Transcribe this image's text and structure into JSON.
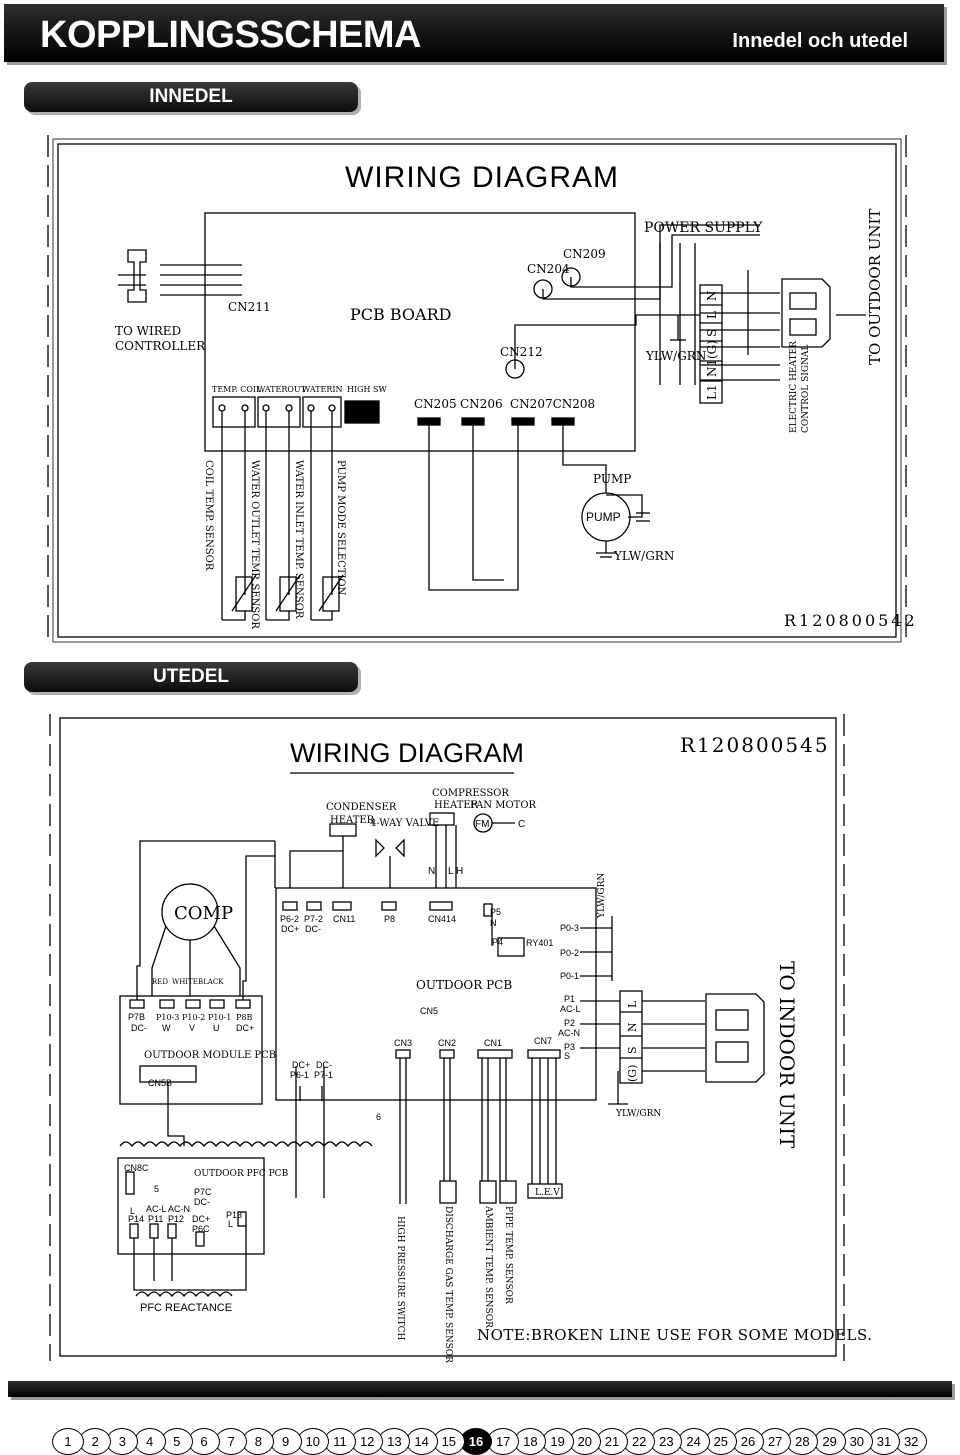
{
  "header": {
    "title": "KOPPLINGSSCHEMA",
    "subtitle": "Innedel och utedel"
  },
  "sections": {
    "indoor": "INNEDEL",
    "outdoor": "UTEDEL"
  },
  "indoor": {
    "title": "WIRING DIAGRAM",
    "code": "R120800542",
    "pcb": "PCB   BOARD",
    "to_wired": "TO WIRED",
    "controller": "CONTROLLER",
    "cn211": "CN211",
    "cn204": "CN204",
    "cn209": "CN209",
    "cn212": "CN212",
    "cn205": "CN205",
    "cn206": "CN206",
    "cn207208": "CN207CN208",
    "power_supply": "POWER SUPPLY",
    "to_outdoor": "TO OUTDOOR UNIT",
    "ylw_grn": "YLW/GRN",
    "ylw_grn2": "YLW/GRN",
    "pump_label": "PUMP",
    "pump_motor": "PUMP",
    "elec1": "ELECTRIC HEATER",
    "elec2": "CONTROL SIGNAL",
    "term1": "L1",
    "term2": "N1",
    "term3": "(G)",
    "term4": "S",
    "term5": "L",
    "term6": "N",
    "temp_coil": "TEMP. COIL",
    "waterout": "WATEROUT",
    "waterin": "WATERIN",
    "high_sw": "HIGH SW",
    "s1": "COIL TEMP. SENSOR",
    "s2": "WATER OUTLET TEMP. SENSOR",
    "s3": "WATER INLET TEMP. SENSOR",
    "s4": "PUMP MODE SELECTION"
  },
  "outdoor": {
    "title": "WIRING DIAGRAM",
    "code": "R120800545",
    "condenser": "CONDENSER",
    "heater": "HEATER",
    "valve": "4-WAY VALVE",
    "compressor": "COMPRESSOR",
    "comp_heater": "HEATER",
    "fan_motor": "FAN MOTOR",
    "fm": "FM",
    "c": "C",
    "nlh_n": "N",
    "nlh_l": "L",
    "nlh_h": "H",
    "comp": "COMP",
    "red": "RED",
    "white": "WHITE",
    "black": "BLACK",
    "p62": "P6-2",
    "p62b": "DC+",
    "p72": "P7-2",
    "p72b": "DC-",
    "cn11": "CN11",
    "p8": "P8",
    "cn414": "CN414",
    "p5": "P5",
    "p5n": "N",
    "p4": "P4",
    "ry401": "RY401",
    "p03": "P0-3",
    "p02": "P0-2",
    "p01": "P0-1",
    "ylw_grn": "YLW/GRN",
    "outdoor_pcb": "OUTDOOR PCB",
    "cn5": "CN5",
    "p1": "P1",
    "p1b": "AC-L",
    "p2": "P2",
    "p2b": "AC-N",
    "p3": "P3",
    "p3b": "S",
    "cn3": "CN3",
    "cn2": "CN2",
    "cn1": "CN1",
    "cn7": "CN7",
    "p7b": "P7B",
    "p7bb": "DC-",
    "p103": "P10-3",
    "p103b": "W",
    "p102": "P10-2",
    "p102b": "V",
    "p101": "P10-1",
    "p101b": "U",
    "p8b": "P8B",
    "p8bb": "DC+",
    "module_pcb": "OUTDOOR MODULE PCB",
    "cn5b": "CN5B",
    "p61": "DC+",
    "p61b": "P6-1",
    "p71": "DC-",
    "p71b": "P7-1",
    "six": "6",
    "five": "5",
    "cn8c": "CN8C",
    "pfc_pcb": "OUTDOOR PFC PCB",
    "p7c": "P7C",
    "p7cb": "DC-",
    "p6c": "DC+",
    "p6cb": "P6C",
    "l": "L",
    "acl": "AC-L",
    "acn": "AC-N",
    "p14": "P14",
    "p11": "P11",
    "p12": "P12",
    "p13": "P13",
    "p13b": "L",
    "pfc_reactance": "PFC REACTANCE",
    "hp_switch": "HIGH PRESSURE SWITCH",
    "discharge": "DISCHARGE GAS TEMP. SENSOR",
    "ambient": "AMBIENT TEMP. SENSOR",
    "pipe": "PIPE TEMP. SENSOR",
    "lev": "L.E.V",
    "to_indoor": "TO INDOOR UNIT",
    "t_l": "L",
    "t_n": "N",
    "t_s": "S",
    "t_g": "(G)",
    "ylw_grn_b": "YLW/GRN",
    "note": "NOTE:BROKEN LINE USE FOR SOME MODELS."
  },
  "pager": {
    "pages": [
      "1",
      "2",
      "3",
      "4",
      "5",
      "6",
      "7",
      "8",
      "9",
      "10",
      "11",
      "12",
      "13",
      "14",
      "15",
      "16",
      "17",
      "18",
      "19",
      "20",
      "21",
      "22",
      "23",
      "24",
      "25",
      "26",
      "27",
      "28",
      "29",
      "30",
      "31",
      "32"
    ],
    "current": "16"
  }
}
